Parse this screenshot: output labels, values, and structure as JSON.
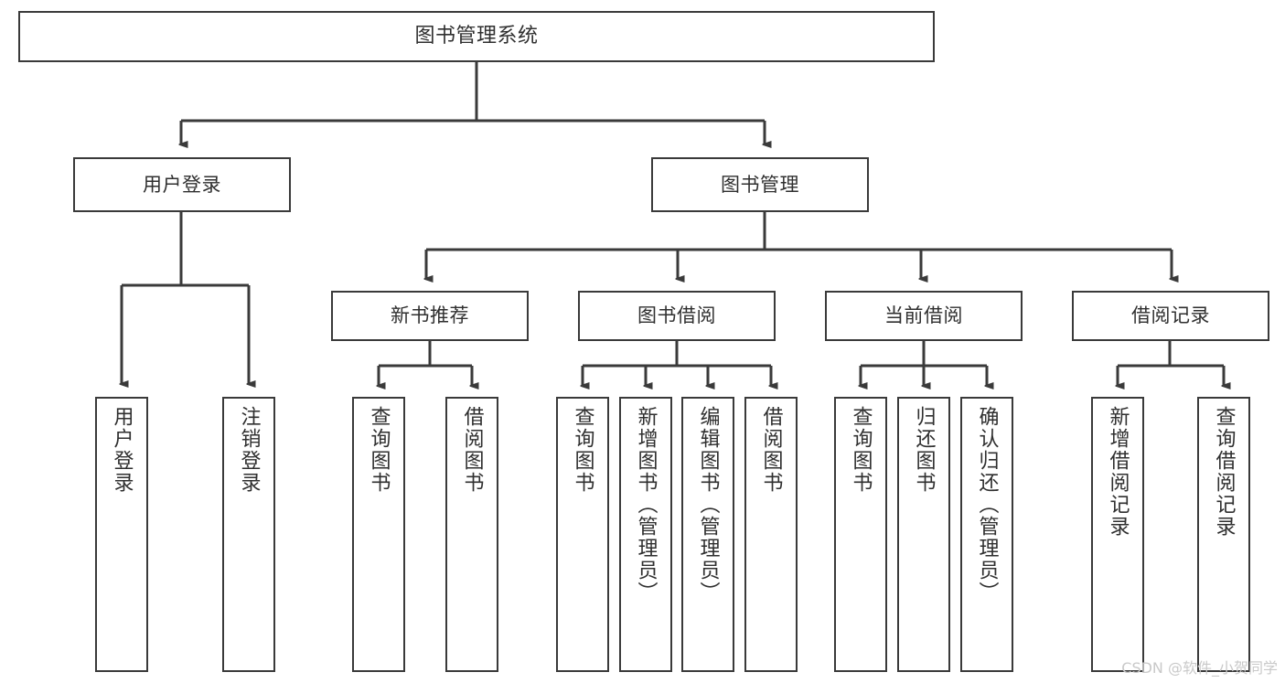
{
  "diagram": {
    "title": "图书管理系统",
    "type": "tree",
    "watermark": "CSDN @软件_小贺同学",
    "colors": {
      "stroke": "#3a3a3a",
      "text": "#2f2f2f",
      "background": "#ffffff",
      "watermark": "#c9c9c9"
    },
    "nodes": {
      "root": {
        "label": "图书管理系统"
      },
      "level2": [
        {
          "id": "user-login",
          "label": "用户登录"
        },
        {
          "id": "book-manage",
          "label": "图书管理"
        }
      ],
      "level3": [
        {
          "id": "new-book-rec",
          "label": "新书推荐"
        },
        {
          "id": "book-borrow",
          "label": "图书借阅"
        },
        {
          "id": "current-borrow",
          "label": "当前借阅"
        },
        {
          "id": "borrow-record",
          "label": "借阅记录"
        }
      ],
      "leaves": {
        "user-login": [
          {
            "id": "leaf-user-login",
            "label": "用户登录"
          },
          {
            "id": "leaf-logout",
            "label": "注销登录"
          }
        ],
        "new-book-rec": [
          {
            "id": "leaf-query-book-1",
            "label": "查询图书"
          },
          {
            "id": "leaf-borrow-book-1",
            "label": "借阅图书"
          }
        ],
        "book-borrow": [
          {
            "id": "leaf-query-book-2",
            "label": "查询图书"
          },
          {
            "id": "leaf-add-book",
            "label": "新增图书（管理员）"
          },
          {
            "id": "leaf-edit-book",
            "label": "编辑图书（管理员）"
          },
          {
            "id": "leaf-borrow-book-2",
            "label": "借阅图书"
          }
        ],
        "current-borrow": [
          {
            "id": "leaf-query-book-3",
            "label": "查询图书"
          },
          {
            "id": "leaf-return-book",
            "label": "归还图书"
          },
          {
            "id": "leaf-confirm-return",
            "label": "确认归还（管理员）"
          }
        ],
        "borrow-record": [
          {
            "id": "leaf-add-record",
            "label": "新增借阅记录"
          },
          {
            "id": "leaf-query-record",
            "label": "查询借阅记录"
          }
        ]
      }
    }
  }
}
